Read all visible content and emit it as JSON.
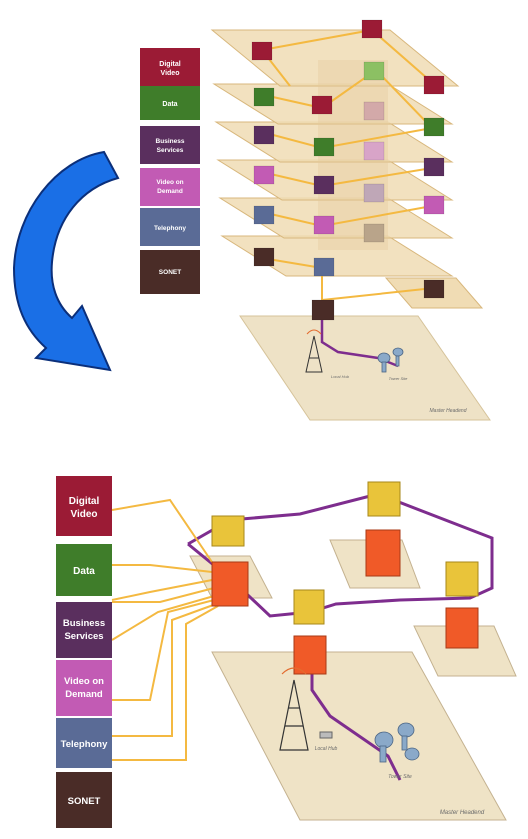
{
  "services": [
    {
      "label": "Digital Video",
      "lines": [
        "Digital",
        "Video"
      ],
      "color": "#9b1b35"
    },
    {
      "label": "Data",
      "lines": [
        "Data"
      ],
      "color": "#3f7d2a"
    },
    {
      "label": "Business Services",
      "lines": [
        "Business",
        "Services"
      ],
      "color": "#5a2f5e"
    },
    {
      "label": "Video on Demand",
      "lines": [
        "Video on",
        "Demand"
      ],
      "color": "#c25bb4"
    },
    {
      "label": "Telephony",
      "lines": [
        "Telephony"
      ],
      "color": "#5a6b96"
    },
    {
      "label": "SONET",
      "lines": [
        "SONET"
      ],
      "color": "#4a2c27"
    }
  ],
  "colors": {
    "arrow": "#1a6fe6",
    "layer_plane": "#f0dcb4",
    "link": "#f4b941",
    "ring": "#7e2d8e",
    "node_yellow": "#e9c43a",
    "node_orange": "#f05a28"
  },
  "site_labels": {
    "headend": "Master Headend",
    "local_hub": "Local Hub",
    "tower_site": "Tower Site"
  }
}
